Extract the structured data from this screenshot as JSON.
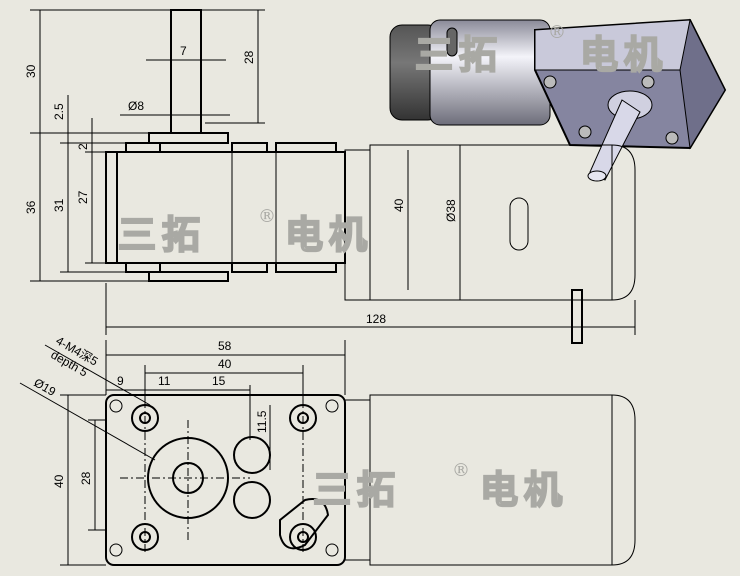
{
  "watermark": {
    "left": "三拓",
    "mark": "®",
    "right": "电机"
  },
  "top_view": {
    "dims": {
      "shaft_len_total": "30",
      "shaft_width": "7",
      "shaft_len": "28",
      "shaft_dia": "Ø8",
      "collar": "2.5",
      "tab": "2",
      "body_h": "36",
      "body_h2": "31",
      "body_h3": "27",
      "motor_h": "40",
      "motor_dia": "Ø38",
      "total_len": "128"
    }
  },
  "front_view": {
    "dims": {
      "width": "58",
      "hole_span": "40",
      "d9": "9",
      "d11": "11",
      "d15": "15",
      "d11_5": "11.5",
      "thread": "4-M4深5",
      "depth": "depth 5",
      "boss_dia": "Ø19",
      "height": "40",
      "hole_span_v": "28"
    }
  }
}
